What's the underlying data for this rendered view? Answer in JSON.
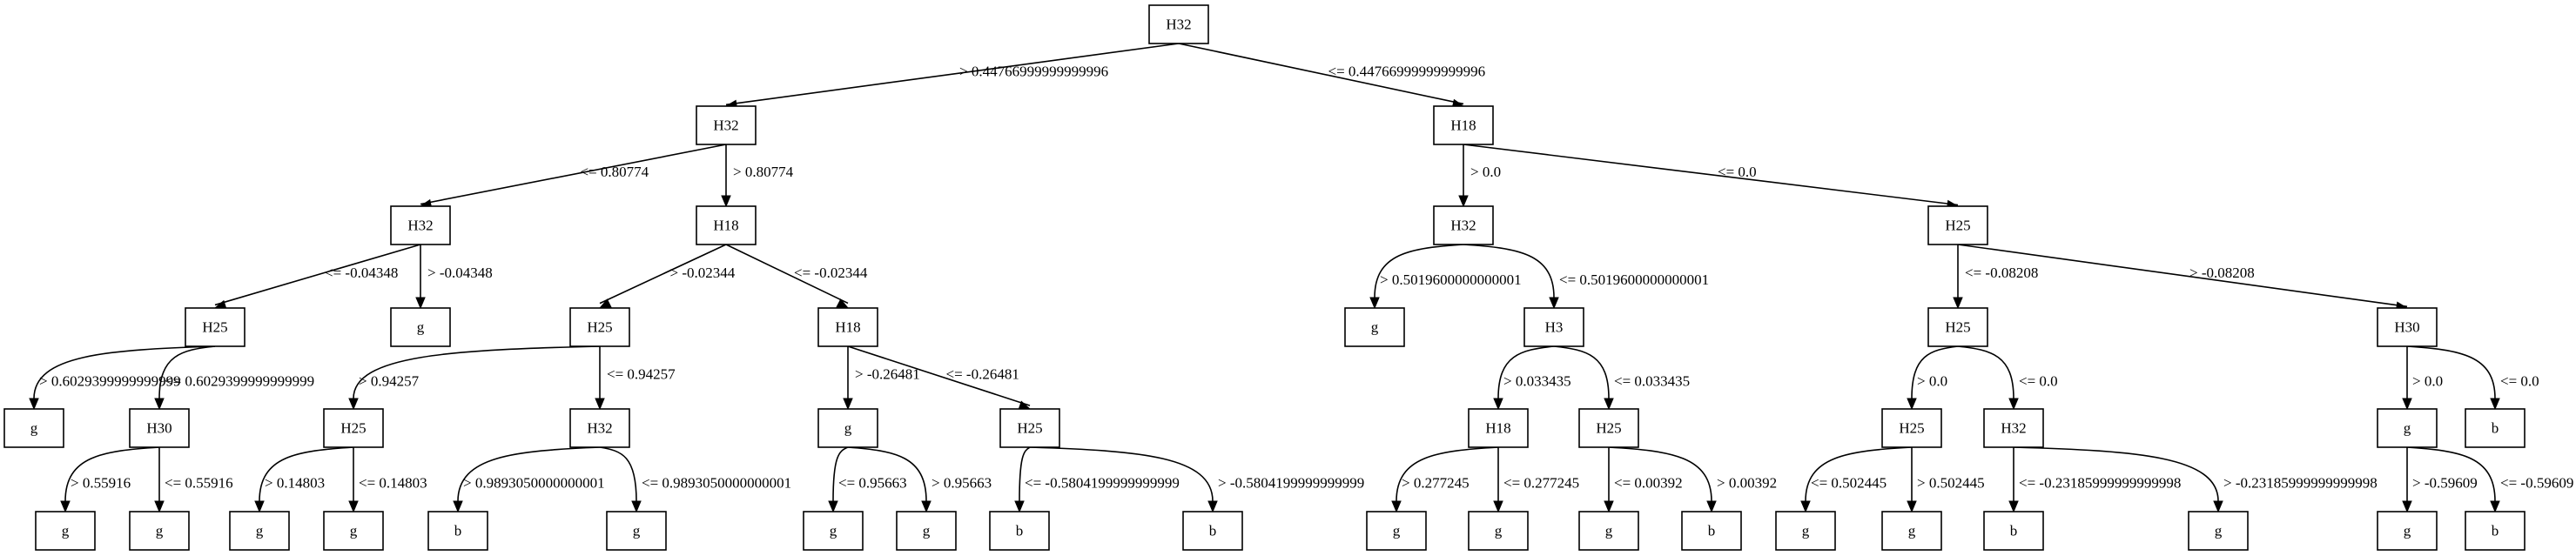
{
  "tree": {
    "nodes": [
      {
        "id": "n0",
        "label": "H32"
      },
      {
        "id": "n1",
        "label": "H32"
      },
      {
        "id": "n2",
        "label": "H32"
      },
      {
        "id": "n3",
        "label": "H25"
      },
      {
        "id": "n4",
        "label": "H25"
      },
      {
        "id": "n5",
        "label": "H32"
      },
      {
        "id": "n6",
        "label": "g"
      },
      {
        "id": "n7",
        "label": "g"
      },
      {
        "id": "n8",
        "label": "H30"
      },
      {
        "id": "n9",
        "label": "g"
      },
      {
        "id": "n10",
        "label": "g"
      },
      {
        "id": "n11",
        "label": "H18"
      },
      {
        "id": "n12",
        "label": "H25"
      },
      {
        "id": "n13",
        "label": "H32"
      },
      {
        "id": "n14",
        "label": "g"
      },
      {
        "id": "n15",
        "label": "g"
      },
      {
        "id": "n16",
        "label": "b"
      },
      {
        "id": "n17",
        "label": "g"
      },
      {
        "id": "n18",
        "label": "H18"
      },
      {
        "id": "n19",
        "label": "g"
      },
      {
        "id": "n20",
        "label": "g"
      },
      {
        "id": "n21",
        "label": "H25"
      },
      {
        "id": "n22",
        "label": "b"
      },
      {
        "id": "n23",
        "label": "g"
      },
      {
        "id": "n24",
        "label": "H18"
      },
      {
        "id": "n25",
        "label": "H32"
      },
      {
        "id": "n26",
        "label": "g"
      },
      {
        "id": "n27",
        "label": "H3"
      },
      {
        "id": "n28",
        "label": "H18"
      },
      {
        "id": "n29",
        "label": "g"
      },
      {
        "id": "n30",
        "label": "g"
      },
      {
        "id": "n31",
        "label": "H25"
      },
      {
        "id": "n32",
        "label": "g"
      },
      {
        "id": "n33",
        "label": "b"
      },
      {
        "id": "n34",
        "label": "H25"
      },
      {
        "id": "n35",
        "label": "H25"
      },
      {
        "id": "n36",
        "label": "g"
      },
      {
        "id": "n37",
        "label": "g"
      },
      {
        "id": "n38",
        "label": "H32"
      },
      {
        "id": "n39",
        "label": "b"
      },
      {
        "id": "n40",
        "label": "g"
      },
      {
        "id": "n41",
        "label": "H30"
      },
      {
        "id": "n42",
        "label": "H25"
      },
      {
        "id": "n43",
        "label": "g"
      },
      {
        "id": "n44",
        "label": "b"
      },
      {
        "id": "n45",
        "label": "b"
      }
    ],
    "edges": [
      {
        "id": "e1",
        "from": "n0",
        "to": "n1",
        "label": "> 0.44766999999999996"
      },
      {
        "id": "e2",
        "from": "n0",
        "to": "n24",
        "label": "<= 0.44766999999999996"
      },
      {
        "id": "e3",
        "from": "n1",
        "to": "n2",
        "label": "<= 0.80774"
      },
      {
        "id": "e4",
        "from": "n1",
        "to": "n11",
        "label": "> 0.80774"
      },
      {
        "id": "e5",
        "from": "n2",
        "to": "n3",
        "label": "<= -0.04348"
      },
      {
        "id": "e6",
        "from": "n2",
        "to": "n10",
        "label": "> -0.04348"
      },
      {
        "id": "e7",
        "from": "n3",
        "to": "n6",
        "label": "> 0.6029399999999999"
      },
      {
        "id": "e8",
        "from": "n3",
        "to": "n8",
        "label": "<= 0.6029399999999999"
      },
      {
        "id": "e9",
        "from": "n8",
        "to": "n7",
        "label": "> 0.55916"
      },
      {
        "id": "e10",
        "from": "n8",
        "to": "n9",
        "label": "<= 0.55916"
      },
      {
        "id": "e11",
        "from": "n11",
        "to": "n4",
        "label": "> -0.02344"
      },
      {
        "id": "e12",
        "from": "n11",
        "to": "n18",
        "label": "<= -0.02344"
      },
      {
        "id": "e13",
        "from": "n4",
        "to": "n12",
        "label": "> 0.94257"
      },
      {
        "id": "e14",
        "from": "n4",
        "to": "n13",
        "label": "<= 0.94257"
      },
      {
        "id": "e15",
        "from": "n12",
        "to": "n14",
        "label": "> 0.14803"
      },
      {
        "id": "e16",
        "from": "n12",
        "to": "n15",
        "label": "<= 0.14803"
      },
      {
        "id": "e17",
        "from": "n13",
        "to": "n16",
        "label": "> 0.9893050000000001"
      },
      {
        "id": "e18",
        "from": "n13",
        "to": "n17",
        "label": "<= 0.9893050000000001"
      },
      {
        "id": "e19",
        "from": "n18",
        "to": "n19",
        "label": "> -0.26481"
      },
      {
        "id": "e20",
        "from": "n18",
        "to": "n21",
        "label": "<= -0.26481"
      },
      {
        "id": "e21",
        "from": "n19",
        "to": "n20",
        "label": "<= 0.95663"
      },
      {
        "id": "e22",
        "from": "n19",
        "to": "n23",
        "label": "> 0.95663"
      },
      {
        "id": "e23",
        "from": "n21",
        "to": "n22",
        "label": "<= -0.5804199999999999"
      },
      {
        "id": "e24",
        "from": "n21",
        "to": "n45",
        "label": "> -0.5804199999999999"
      },
      {
        "id": "e25",
        "from": "n24",
        "to": "n25",
        "label": "> 0.0"
      },
      {
        "id": "e26",
        "from": "n24",
        "to": "n34",
        "label": "<= 0.0"
      },
      {
        "id": "e27",
        "from": "n25",
        "to": "n26",
        "label": "> 0.5019600000000001"
      },
      {
        "id": "e28",
        "from": "n25",
        "to": "n27",
        "label": "<= 0.5019600000000001"
      },
      {
        "id": "e29",
        "from": "n27",
        "to": "n28",
        "label": "> 0.033435"
      },
      {
        "id": "e30",
        "from": "n27",
        "to": "n31",
        "label": "<= 0.033435"
      },
      {
        "id": "e31",
        "from": "n28",
        "to": "n29",
        "label": "> 0.277245"
      },
      {
        "id": "e32",
        "from": "n28",
        "to": "n30",
        "label": "<= 0.277245"
      },
      {
        "id": "e33",
        "from": "n31",
        "to": "n32",
        "label": "<= 0.00392"
      },
      {
        "id": "e34",
        "from": "n31",
        "to": "n33",
        "label": "> 0.00392"
      },
      {
        "id": "e35",
        "from": "n34",
        "to": "n35",
        "label": "<= -0.08208"
      },
      {
        "id": "e36",
        "from": "n34",
        "to": "n41",
        "label": "> -0.08208"
      },
      {
        "id": "e37",
        "from": "n35",
        "to": "n42",
        "label": "> 0.0"
      },
      {
        "id": "e38",
        "from": "n35",
        "to": "n38",
        "label": "<= 0.0"
      },
      {
        "id": "e39",
        "from": "n42",
        "to": "n36",
        "label": "<= 0.502445"
      },
      {
        "id": "e40",
        "from": "n42",
        "to": "n37",
        "label": "> 0.502445"
      },
      {
        "id": "e41",
        "from": "n38",
        "to": "n39",
        "label": "<= -0.23185999999999998"
      },
      {
        "id": "e42",
        "from": "n38",
        "to": "n40",
        "label": "> -0.23185999999999998"
      },
      {
        "id": "e43",
        "from": "n41",
        "to": "n43",
        "label": "> 0.0"
      },
      {
        "id": "e44",
        "from": "n41",
        "to": "n44",
        "label": "<= 0.0"
      },
      {
        "id": "e45",
        "from": "n43",
        "to": "n46",
        "label": "> -0.59609"
      },
      {
        "id": "e46",
        "from": "n43",
        "to": "n47",
        "label": "<= -0.59609"
      }
    ],
    "extra_nodes": [
      {
        "id": "n46",
        "label": "g"
      },
      {
        "id": "n47",
        "label": "b"
      }
    ]
  }
}
